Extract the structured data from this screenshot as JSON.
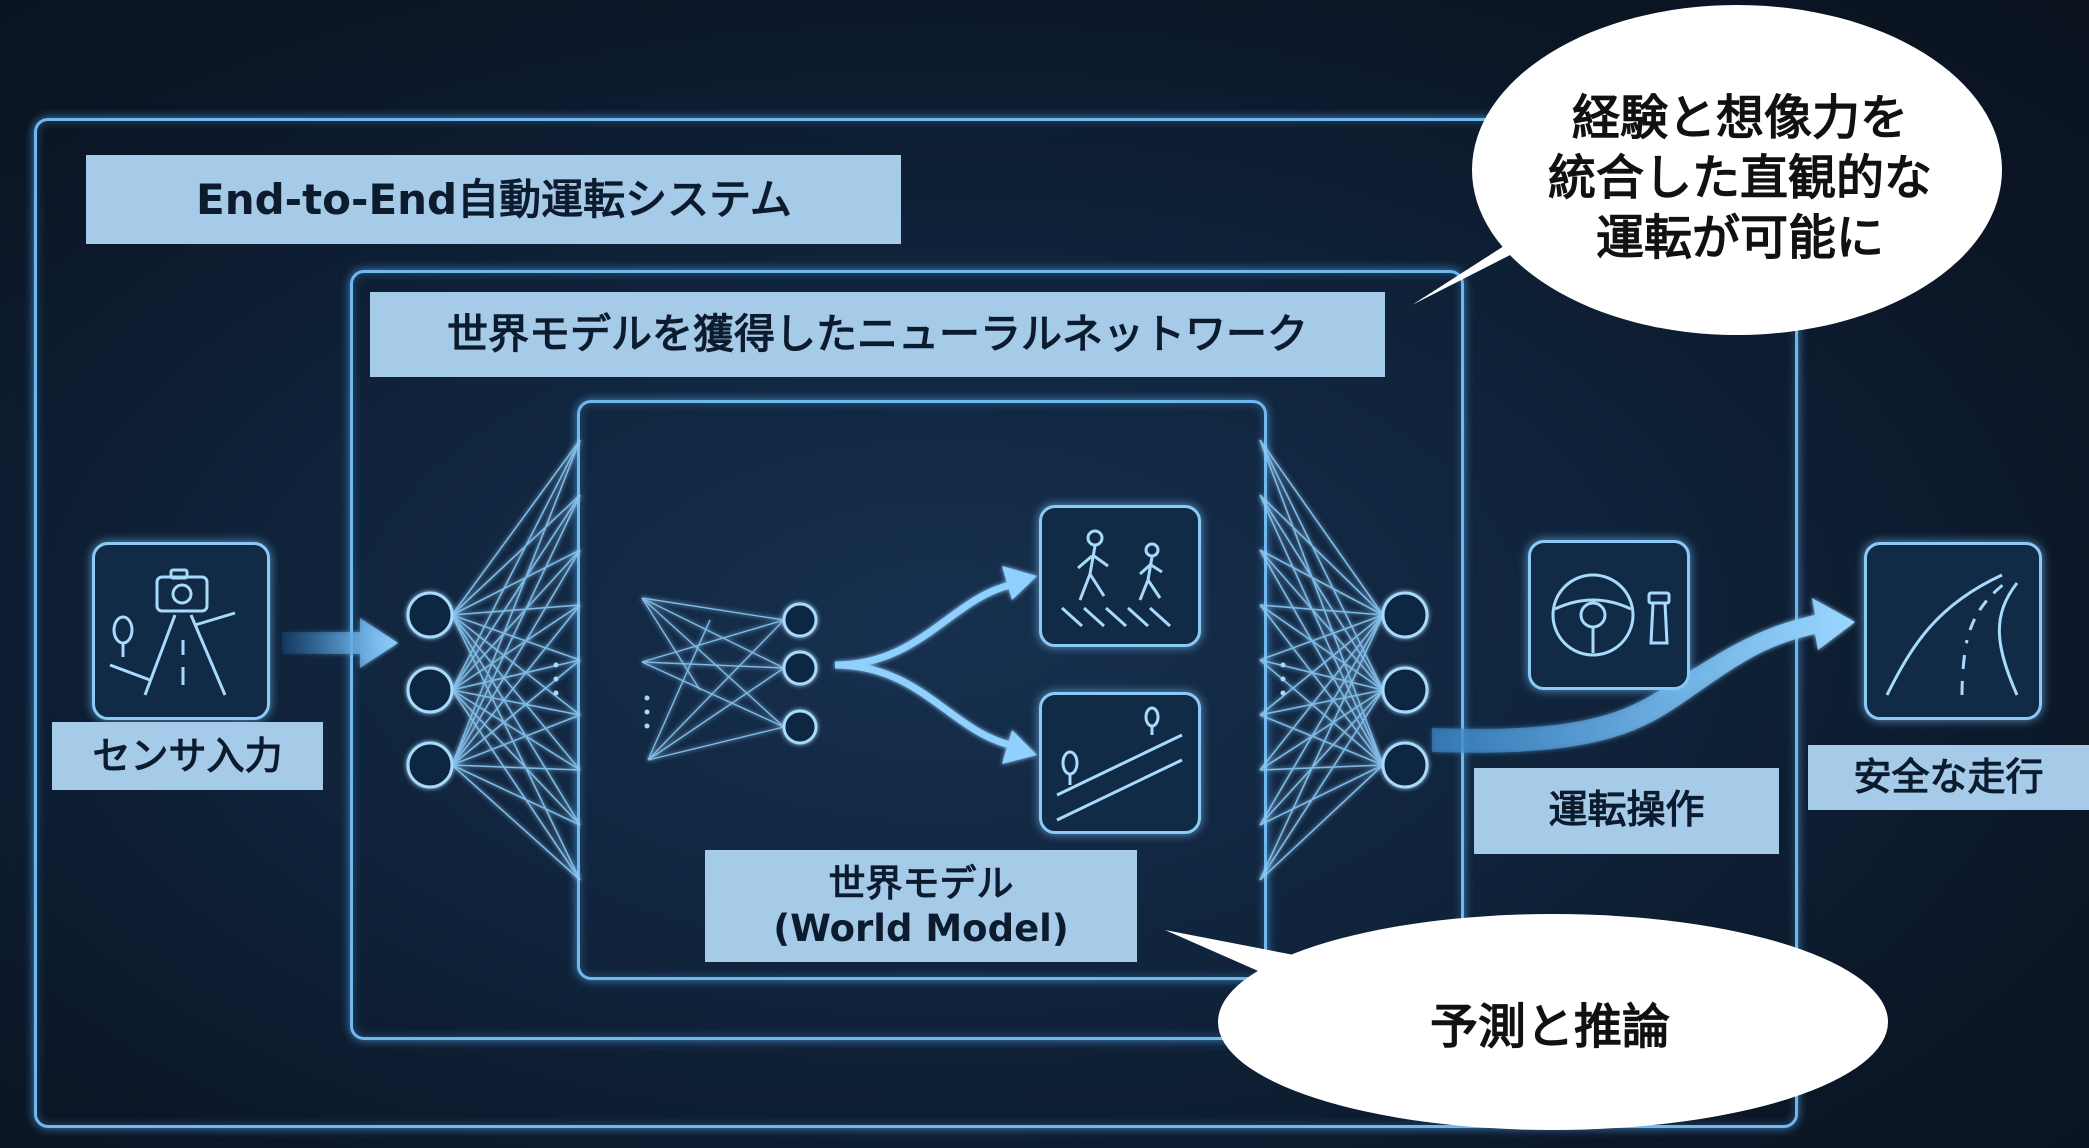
{
  "labels": {
    "system": "End-to-End自動運転システム",
    "network": "世界モデルを獲得したニューラルネットワーク",
    "world_model_line1": "世界モデル",
    "world_model_line2": "(World Model)",
    "sensor": "センサ入力",
    "driving": "運転操作",
    "safe": "安全な走行"
  },
  "bubbles": {
    "top_line1": "経験と想像力を",
    "top_line2": "統合した直観的な",
    "top_line3": "運転が可能に",
    "bottom": "予測と推論"
  },
  "icons": {
    "sensor": "camera-road-icon",
    "crosswalk": "pedestrian-crossing-icon",
    "slope": "slope-road-icon",
    "steering": "steering-wheel-icon",
    "road": "curved-road-icon"
  },
  "colors": {
    "background": "#0f2239",
    "glow": "#6fb9ee",
    "label_bg": "#a6cbe9",
    "bubble": "#ffffff"
  }
}
